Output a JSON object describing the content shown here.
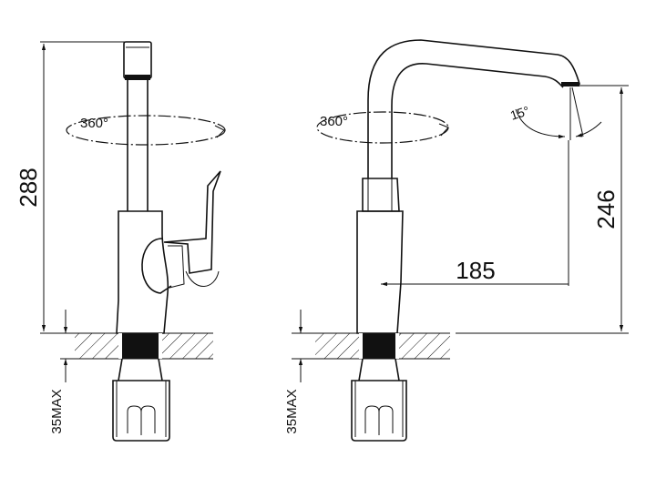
{
  "dimensions": {
    "total_height": "288",
    "spout_height": "246",
    "spout_reach": "185",
    "max_counter_thickness_left": "35MAX",
    "max_counter_thickness_right": "35MAX"
  },
  "annotations": {
    "rotation_left": "360°",
    "rotation_right": "360°",
    "spout_angle": "15°"
  }
}
